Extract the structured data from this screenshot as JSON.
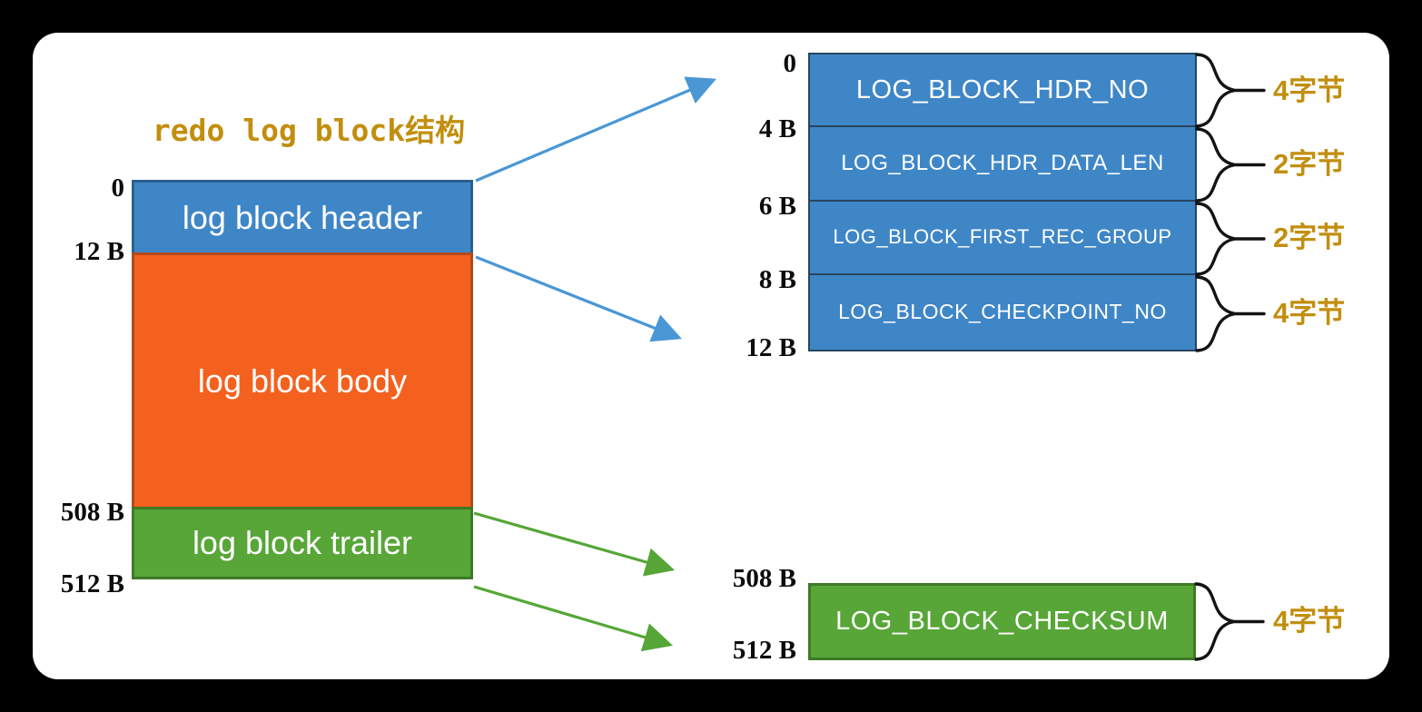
{
  "title": "redo log block结构",
  "colors": {
    "block_blue": "#3F86C7",
    "block_orange": "#F4611E",
    "block_green": "#57A637",
    "accent_gold": "#C28E0E",
    "arrow_blue": "#4A97D6",
    "arrow_green": "#55A637",
    "brace_black": "#141414"
  },
  "left_block": {
    "offsets": [
      "0",
      "12 B",
      "508 B",
      "512 B"
    ],
    "sections": [
      {
        "label": "log block header"
      },
      {
        "label": "log block body"
      },
      {
        "label": "log block trailer"
      }
    ]
  },
  "header_detail": {
    "offsets": [
      "0",
      "4 B",
      "6 B",
      "8 B",
      "12 B"
    ],
    "fields": [
      {
        "name": "LOG_BLOCK_HDR_NO",
        "size": "4字节"
      },
      {
        "name": "LOG_BLOCK_HDR_DATA_LEN",
        "size": "2字节"
      },
      {
        "name": "LOG_BLOCK_FIRST_REC_GROUP",
        "size": "2字节"
      },
      {
        "name": "LOG_BLOCK_CHECKPOINT_NO",
        "size": "4字节"
      }
    ]
  },
  "trailer_detail": {
    "offsets": [
      "508 B",
      "512 B"
    ],
    "fields": [
      {
        "name": "LOG_BLOCK_CHECKSUM",
        "size": "4字节"
      }
    ]
  }
}
